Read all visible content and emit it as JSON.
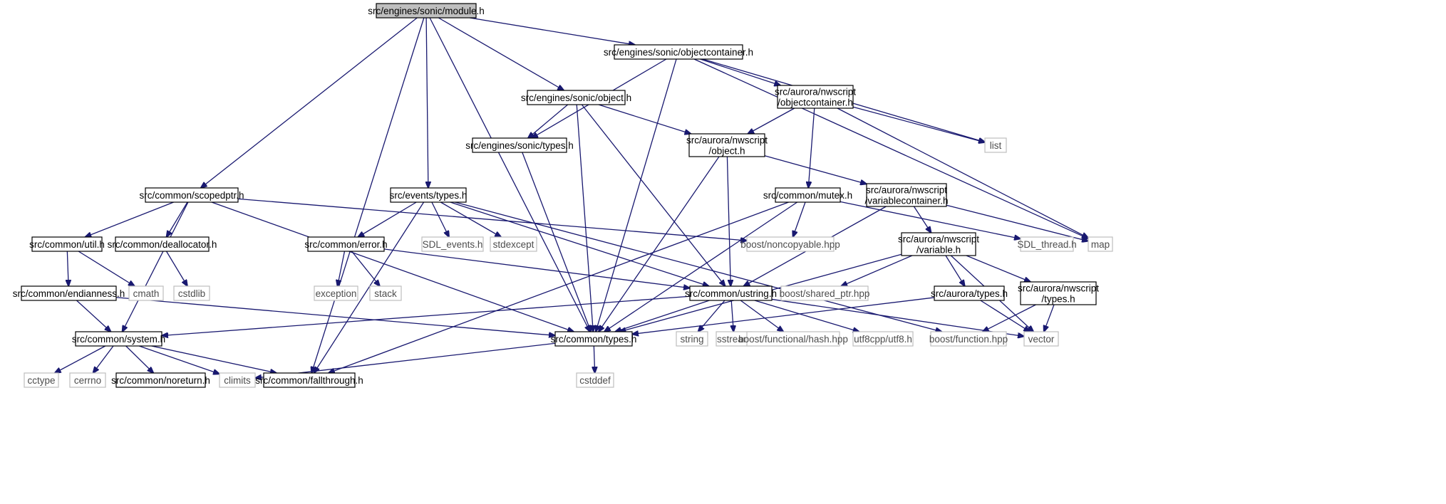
{
  "colors": {
    "edge": "#191970",
    "root_fill": "#bfbfbf",
    "local_border": "#000000",
    "external_border": "#bfbfbf",
    "node_fill": "#ffffff"
  },
  "nodes": [
    {
      "id": "module",
      "kind": "root",
      "lines": [
        "src/engines/sonic/module.h"
      ]
    },
    {
      "id": "objcontainer",
      "kind": "local",
      "lines": [
        "src/engines/sonic/objectcontainer.h"
      ]
    },
    {
      "id": "object",
      "kind": "local",
      "lines": [
        "src/engines/sonic/object.h"
      ]
    },
    {
      "id": "nws_objcontainer",
      "kind": "local",
      "lines": [
        "src/aurora/nwscript",
        "/objectcontainer.h"
      ]
    },
    {
      "id": "list",
      "kind": "external",
      "lines": [
        "list"
      ]
    },
    {
      "id": "sonic_types",
      "kind": "local",
      "lines": [
        "src/engines/sonic/types.h"
      ]
    },
    {
      "id": "nws_object",
      "kind": "local",
      "lines": [
        "src/aurora/nwscript",
        "/object.h"
      ]
    },
    {
      "id": "scopedptr",
      "kind": "local",
      "lines": [
        "src/common/scopedptr.h"
      ]
    },
    {
      "id": "events_types",
      "kind": "local",
      "lines": [
        "src/events/types.h"
      ]
    },
    {
      "id": "mutex",
      "kind": "local",
      "lines": [
        "src/common/mutex.h"
      ]
    },
    {
      "id": "nws_varcontainer",
      "kind": "local",
      "lines": [
        "src/aurora/nwscript",
        "/variablecontainer.h"
      ]
    },
    {
      "id": "util",
      "kind": "local",
      "lines": [
        "src/common/util.h"
      ]
    },
    {
      "id": "deallocator",
      "kind": "local",
      "lines": [
        "src/common/deallocator.h"
      ]
    },
    {
      "id": "error",
      "kind": "local",
      "lines": [
        "src/common/error.h"
      ]
    },
    {
      "id": "sdl_events",
      "kind": "external",
      "lines": [
        "SDL_events.h"
      ]
    },
    {
      "id": "stdexcept",
      "kind": "external",
      "lines": [
        "stdexcept"
      ]
    },
    {
      "id": "noncopyable",
      "kind": "external",
      "lines": [
        "boost/noncopyable.hpp"
      ]
    },
    {
      "id": "nws_variable",
      "kind": "local",
      "lines": [
        "src/aurora/nwscript",
        "/variable.h"
      ]
    },
    {
      "id": "sdl_thread",
      "kind": "external",
      "lines": [
        "SDL_thread.h"
      ]
    },
    {
      "id": "map",
      "kind": "external",
      "lines": [
        "map"
      ]
    },
    {
      "id": "endianness",
      "kind": "local",
      "lines": [
        "src/common/endianness.h"
      ]
    },
    {
      "id": "cmath",
      "kind": "external",
      "lines": [
        "cmath"
      ]
    },
    {
      "id": "cstdlib",
      "kind": "external",
      "lines": [
        "cstdlib"
      ]
    },
    {
      "id": "exception",
      "kind": "external",
      "lines": [
        "exception"
      ]
    },
    {
      "id": "stack",
      "kind": "external",
      "lines": [
        "stack"
      ]
    },
    {
      "id": "ustring",
      "kind": "local",
      "lines": [
        "src/common/ustring.h"
      ]
    },
    {
      "id": "shared_ptr",
      "kind": "external",
      "lines": [
        "boost/shared_ptr.hpp"
      ]
    },
    {
      "id": "aurora_types",
      "kind": "local",
      "lines": [
        "src/aurora/types.h"
      ]
    },
    {
      "id": "nws_types",
      "kind": "local",
      "lines": [
        "src/aurora/nwscript",
        "/types.h"
      ]
    },
    {
      "id": "system",
      "kind": "local",
      "lines": [
        "src/common/system.h"
      ]
    },
    {
      "id": "common_types",
      "kind": "local",
      "lines": [
        "src/common/types.h"
      ]
    },
    {
      "id": "string",
      "kind": "external",
      "lines": [
        "string"
      ]
    },
    {
      "id": "sstream",
      "kind": "external",
      "lines": [
        "sstream"
      ]
    },
    {
      "id": "func_hash",
      "kind": "external",
      "lines": [
        "boost/functional/hash.hpp"
      ]
    },
    {
      "id": "utf8",
      "kind": "external",
      "lines": [
        "utf8cpp/utf8.h"
      ]
    },
    {
      "id": "boost_function",
      "kind": "external",
      "lines": [
        "boost/function.hpp"
      ]
    },
    {
      "id": "vector",
      "kind": "external",
      "lines": [
        "vector"
      ]
    },
    {
      "id": "cctype",
      "kind": "external",
      "lines": [
        "cctype"
      ]
    },
    {
      "id": "cerrno",
      "kind": "external",
      "lines": [
        "cerrno"
      ]
    },
    {
      "id": "noreturn",
      "kind": "local",
      "lines": [
        "src/common/noreturn.h"
      ]
    },
    {
      "id": "climits",
      "kind": "external",
      "lines": [
        "climits"
      ]
    },
    {
      "id": "fallthrough",
      "kind": "local",
      "lines": [
        "src/common/fallthrough.h"
      ]
    },
    {
      "id": "cstddef",
      "kind": "external",
      "lines": [
        "cstddef"
      ]
    }
  ],
  "edges": [
    [
      "module",
      "objcontainer"
    ],
    [
      "module",
      "object"
    ],
    [
      "module",
      "scopedptr"
    ],
    [
      "module",
      "events_types"
    ],
    [
      "module",
      "common_types"
    ],
    [
      "module",
      "fallthrough"
    ],
    [
      "objcontainer",
      "sonic_types"
    ],
    [
      "objcontainer",
      "nws_objcontainer"
    ],
    [
      "objcontainer",
      "list"
    ],
    [
      "objcontainer",
      "map"
    ],
    [
      "objcontainer",
      "common_types"
    ],
    [
      "object",
      "sonic_types"
    ],
    [
      "object",
      "nws_object"
    ],
    [
      "object",
      "common_types"
    ],
    [
      "object",
      "ustring"
    ],
    [
      "nws_objcontainer",
      "nws_object"
    ],
    [
      "nws_objcontainer",
      "mutex"
    ],
    [
      "nws_objcontainer",
      "list"
    ],
    [
      "nws_objcontainer",
      "map"
    ],
    [
      "sonic_types",
      "common_types"
    ],
    [
      "nws_object",
      "nws_varcontainer"
    ],
    [
      "nws_object",
      "ustring"
    ],
    [
      "nws_object",
      "common_types"
    ],
    [
      "scopedptr",
      "util"
    ],
    [
      "scopedptr",
      "deallocator"
    ],
    [
      "scopedptr",
      "noncopyable"
    ],
    [
      "scopedptr",
      "system"
    ],
    [
      "scopedptr",
      "common_types"
    ],
    [
      "events_types",
      "error"
    ],
    [
      "events_types",
      "sdl_events"
    ],
    [
      "events_types",
      "stdexcept"
    ],
    [
      "events_types",
      "boost_function"
    ],
    [
      "events_types",
      "fallthrough"
    ],
    [
      "events_types",
      "ustring"
    ],
    [
      "mutex",
      "noncopyable"
    ],
    [
      "mutex",
      "sdl_thread"
    ],
    [
      "mutex",
      "fallthrough"
    ],
    [
      "mutex",
      "common_types"
    ],
    [
      "nws_varcontainer",
      "nws_variable"
    ],
    [
      "nws_varcontainer",
      "map"
    ],
    [
      "nws_varcontainer",
      "ustring"
    ],
    [
      "util",
      "endianness"
    ],
    [
      "util",
      "cmath"
    ],
    [
      "deallocator",
      "cstdlib"
    ],
    [
      "error",
      "exception"
    ],
    [
      "error",
      "stack"
    ],
    [
      "error",
      "ustring"
    ],
    [
      "nws_variable",
      "aurora_types"
    ],
    [
      "nws_variable",
      "nws_types"
    ],
    [
      "nws_variable",
      "vector"
    ],
    [
      "nws_variable",
      "shared_ptr"
    ],
    [
      "nws_variable",
      "common_types"
    ],
    [
      "endianness",
      "system"
    ],
    [
      "endianness",
      "common_types"
    ],
    [
      "ustring",
      "system"
    ],
    [
      "ustring",
      "common_types"
    ],
    [
      "ustring",
      "string"
    ],
    [
      "ustring",
      "sstream"
    ],
    [
      "ustring",
      "func_hash"
    ],
    [
      "ustring",
      "utf8"
    ],
    [
      "ustring",
      "vector"
    ],
    [
      "aurora_types",
      "common_types"
    ],
    [
      "aurora_types",
      "vector"
    ],
    [
      "nws_types",
      "boost_function"
    ],
    [
      "nws_types",
      "vector"
    ],
    [
      "system",
      "cctype"
    ],
    [
      "system",
      "cerrno"
    ],
    [
      "system",
      "noreturn"
    ],
    [
      "system",
      "climits"
    ],
    [
      "system",
      "fallthrough"
    ],
    [
      "common_types",
      "climits"
    ],
    [
      "common_types",
      "cstddef"
    ]
  ]
}
